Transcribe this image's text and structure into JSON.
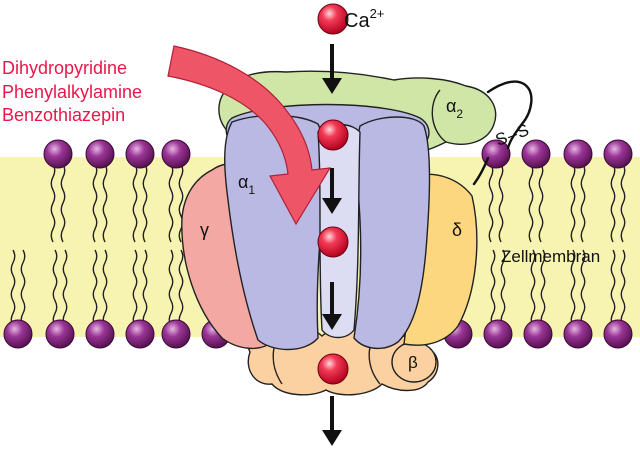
{
  "ion": {
    "symbol": "Ca",
    "charge": "2+"
  },
  "drugs": [
    "Dihydropyridine",
    "Phenylalkylamine",
    "Benzothiazepin"
  ],
  "subunits": {
    "alpha1": {
      "letter": "α",
      "sub": "1"
    },
    "alpha2": {
      "letter": "α",
      "sub": "2"
    },
    "beta": "β",
    "gamma": "γ",
    "delta": "δ"
  },
  "disulfide": {
    "left": "S",
    "dash": "–",
    "right": "S"
  },
  "membrane_label": "Zellmembran",
  "colors": {
    "drug_text": "#e8174a",
    "drug_arrow": "#ee5566",
    "membrane": "#f7f3b0",
    "lipid_head": "#8a2a86",
    "alpha1": "#b9b9e4",
    "alpha2": "#cfe6a6",
    "gamma": "#f4a8a4",
    "delta": "#fcd780",
    "beta": "#fbd1a1",
    "ion": "#e8173e"
  }
}
